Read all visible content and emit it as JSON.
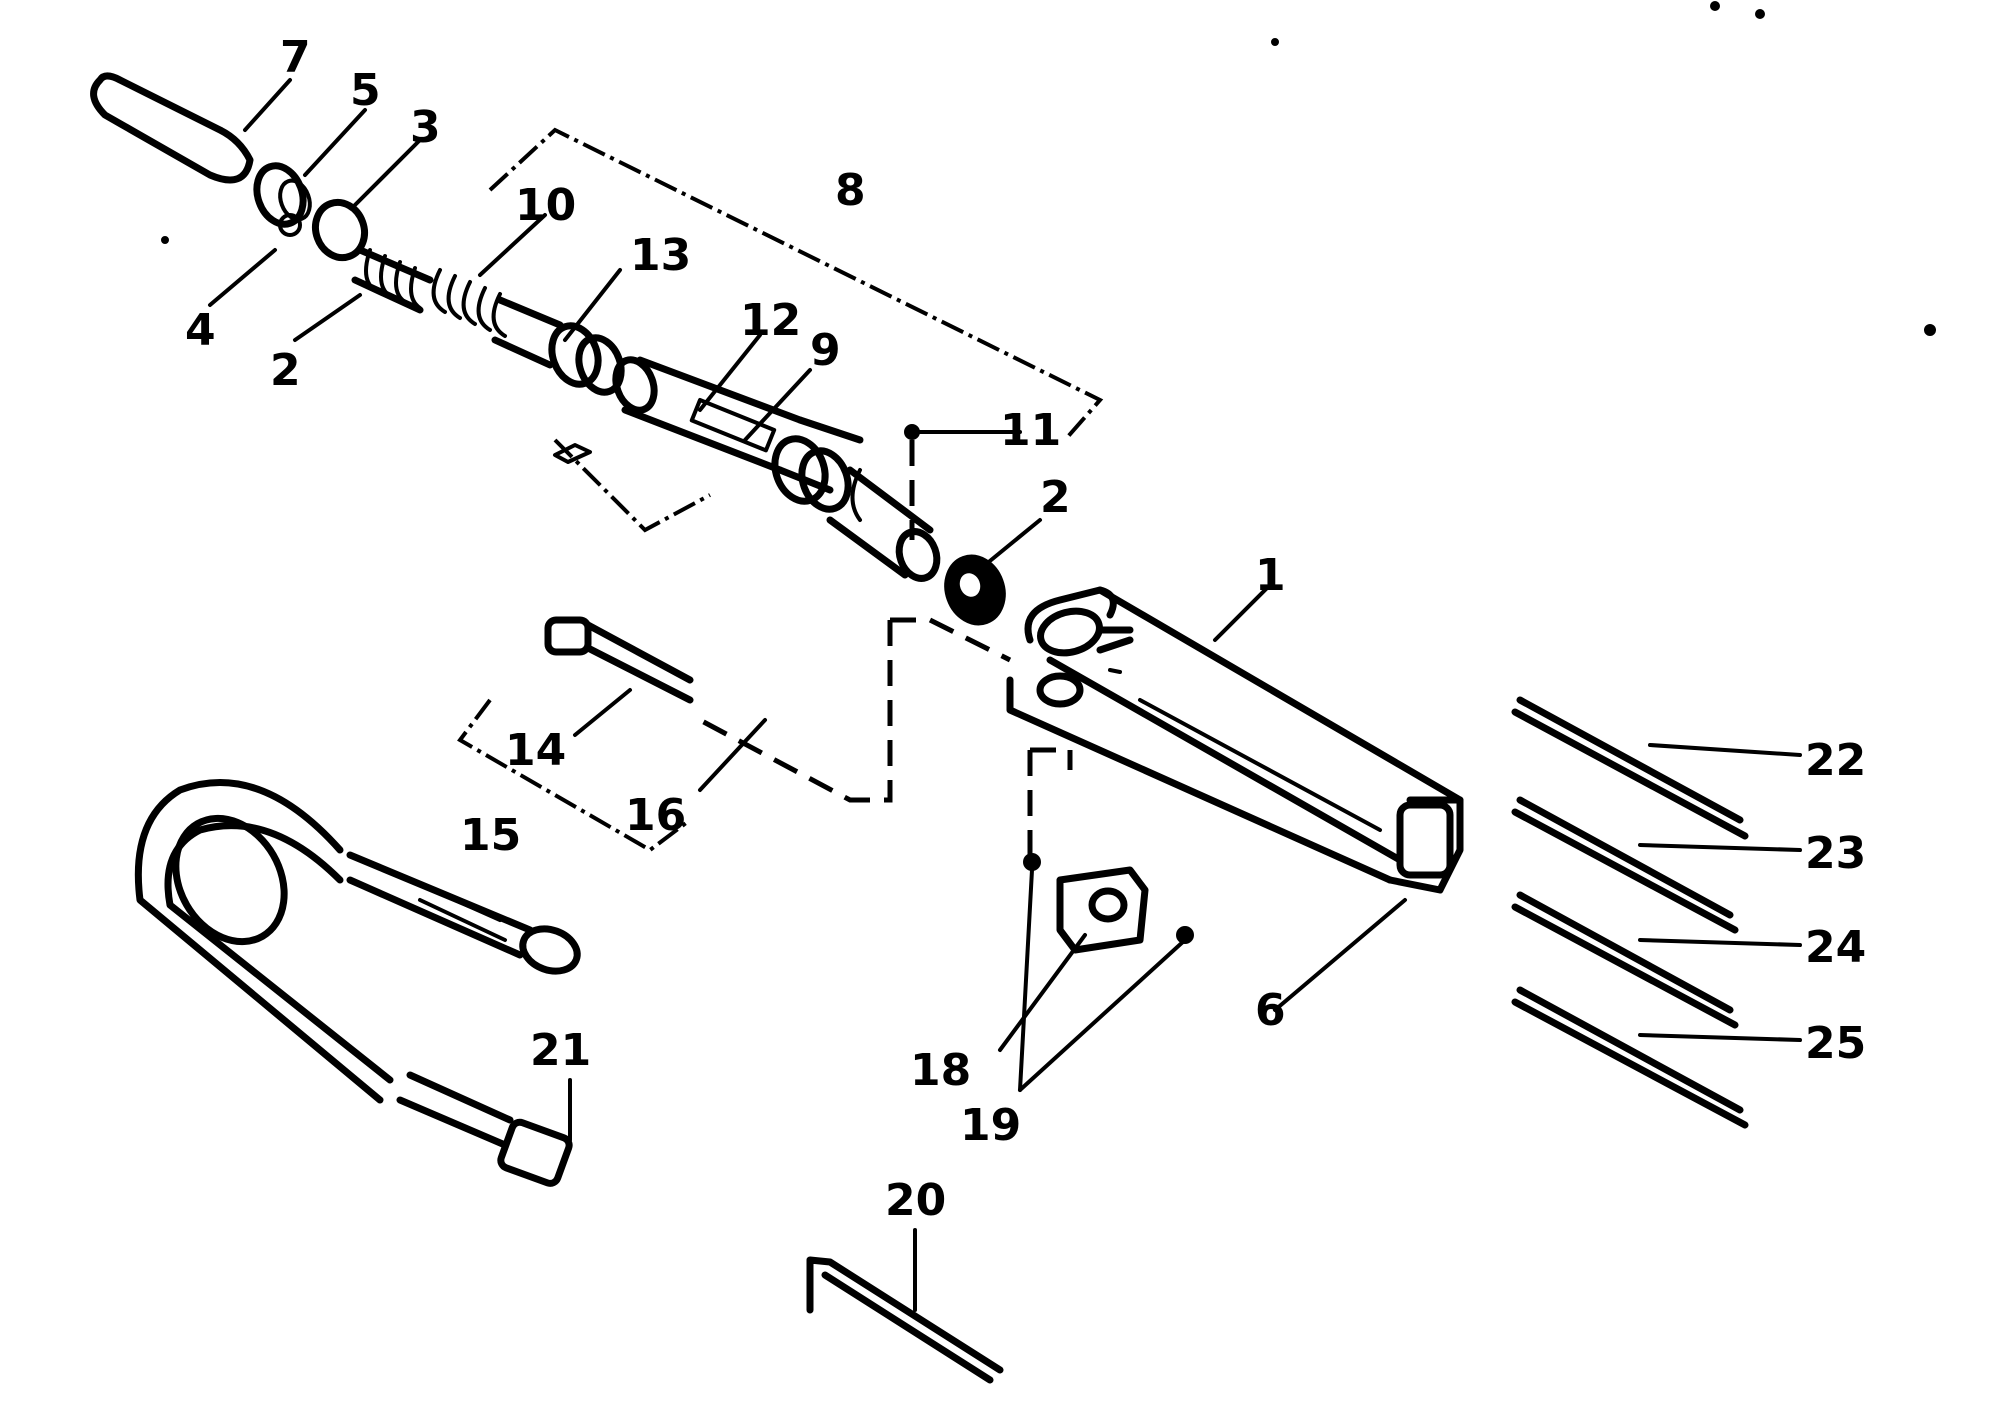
{
  "callouts": {
    "c1": "1",
    "c2a": "2",
    "c2b": "2",
    "c3": "3",
    "c4": "4",
    "c5": "5",
    "c6": "6",
    "c7": "7",
    "c8": "8",
    "c9": "9",
    "c10": "10",
    "c11": "11",
    "c12": "12",
    "c13": "13",
    "c14": "14",
    "c15": "15",
    "c16": "16",
    "c18": "18",
    "c19": "19",
    "c20": "20",
    "c21": "21",
    "c22": "22",
    "c23": "23",
    "c24": "24",
    "c25": "25"
  }
}
